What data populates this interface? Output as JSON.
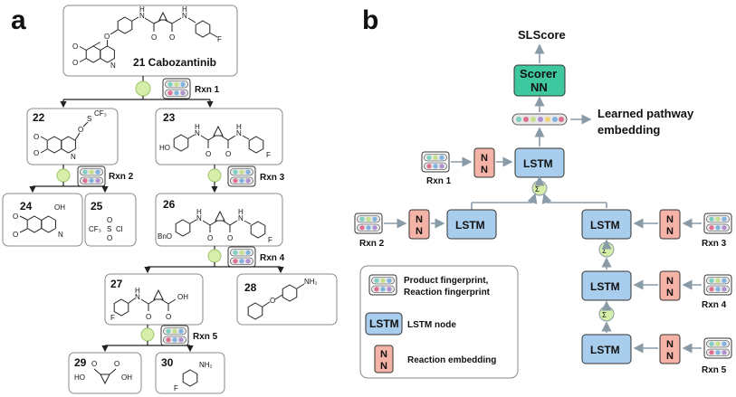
{
  "panel_a": {
    "letter": "a",
    "compounds": {
      "c21": {
        "id": "21 Cabozantinib"
      },
      "c22": {
        "id": "22"
      },
      "c23": {
        "id": "23"
      },
      "c24": {
        "id": "24"
      },
      "c25": {
        "id": "25"
      },
      "c26": {
        "id": "26"
      },
      "c27": {
        "id": "27"
      },
      "c28": {
        "id": "28"
      },
      "c29": {
        "id": "29"
      },
      "c30": {
        "id": "30"
      }
    },
    "reactions": [
      "Rxn 1",
      "Rxn 2",
      "Rxn 3",
      "Rxn 4",
      "Rxn 5"
    ],
    "atoms": {
      "N": "N",
      "H": "H",
      "O": "O",
      "F": "F",
      "HO": "HO",
      "OH": "OH",
      "BnO": "BnO",
      "NH2": "NH₂",
      "CF3": "CF₃",
      "S": "S",
      "Cl": "Cl"
    }
  },
  "panel_b": {
    "letter": "b",
    "output_label": "SLScore",
    "scorer_lines": [
      "Scorer",
      "NN"
    ],
    "embedding_lines": [
      "Learned pathway",
      "embedding"
    ],
    "lstm_label": "LSTM",
    "nn_lines": [
      "N",
      "N"
    ],
    "sum_symbol": "Σ",
    "reactions": [
      "Rxn 1",
      "Rxn 2",
      "Rxn 3",
      "Rxn 4",
      "Rxn 5"
    ],
    "legend": {
      "fingerprint_lines": [
        "Product fingerprint,",
        "Reaction fingerprint"
      ],
      "lstm_box": "LSTM",
      "lstm_desc": "LSTM node",
      "nn_desc": "Reaction embedding"
    }
  },
  "colors": {
    "lstm_fill": "#a9cdec",
    "nn_fill": "#f5b2a6",
    "scorer_fill": "#3fc8a0",
    "sum_fill": "#d6eeaa",
    "node_fill": "#d6eeaa",
    "fp_top": [
      "#7fd0c2",
      "#c5e08a",
      "#7fb3e0"
    ],
    "fp_bottom": [
      "#e07090",
      "#7fb3e0",
      "#b090d0"
    ],
    "embed_dots": [
      "#7fd0c2",
      "#e07090",
      "#c5e08a",
      "#b090d0",
      "#f0d070",
      "#7fb3e0",
      "#e07090"
    ]
  }
}
